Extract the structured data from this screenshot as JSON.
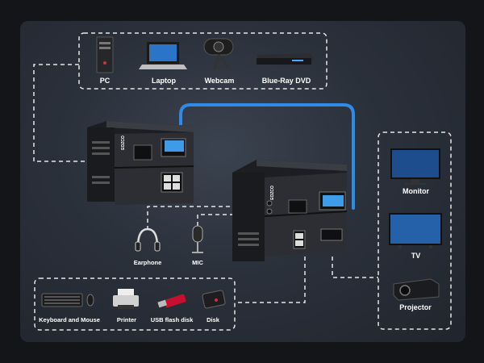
{
  "brand": "EOZCO",
  "sources": {
    "pc": "PC",
    "laptop": "Laptop",
    "webcam": "Webcam",
    "bluray": "Blue-Ray DVD"
  },
  "displays": {
    "monitor": "Monitor",
    "tv": "TV",
    "projector": "Projector"
  },
  "audio": {
    "earphone": "Earphone",
    "mic": "MIC"
  },
  "peripherals": {
    "keyboard_mouse": "Keyboard and Mouse",
    "printer": "Printer",
    "usb_flash": "USB flash disk",
    "disk": "Disk"
  },
  "colors": {
    "background": "#141519",
    "panel": "#2b313b",
    "cable_blue": "#2f8ae8",
    "dashed": "#e6e6e6",
    "device_body": "#2a2c30"
  }
}
